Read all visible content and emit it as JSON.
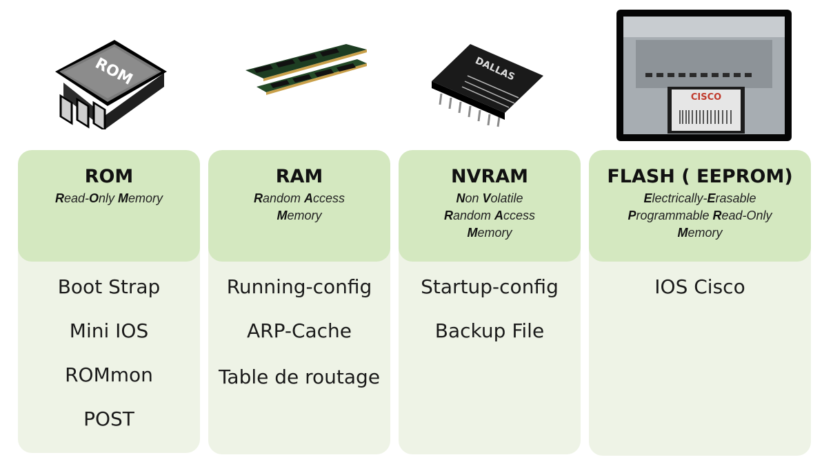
{
  "columns": [
    {
      "title": "ROM",
      "subtitle_lines": [
        [
          [
            "R",
            true
          ],
          [
            "ead-",
            false
          ],
          [
            "O",
            true
          ],
          [
            "nly ",
            false
          ],
          [
            "M",
            true
          ],
          [
            "emory",
            false
          ]
        ]
      ],
      "items": [
        "Boot Strap",
        "Mini IOS",
        "ROMmon",
        "POST"
      ],
      "image_label": "ROM"
    },
    {
      "title": "RAM",
      "subtitle_lines": [
        [
          [
            "R",
            true
          ],
          [
            "andom ",
            false
          ],
          [
            "A",
            true
          ],
          [
            "ccess",
            false
          ]
        ],
        [
          [
            "M",
            true
          ],
          [
            "emory",
            false
          ]
        ]
      ],
      "items": [
        "Running-config",
        "ARP-Cache",
        "Table de routage"
      ]
    },
    {
      "title": "NVRAM",
      "subtitle_lines": [
        [
          [
            "N",
            true
          ],
          [
            "on ",
            false
          ],
          [
            "V",
            true
          ],
          [
            "olatile",
            false
          ]
        ],
        [
          [
            "R",
            true
          ],
          [
            "andom ",
            false
          ],
          [
            "A",
            true
          ],
          [
            "ccess",
            false
          ]
        ],
        [
          [
            "M",
            true
          ],
          [
            "emory",
            false
          ]
        ]
      ],
      "items": [
        "Startup-config",
        "Backup File"
      ],
      "image_label": "DALLAS"
    },
    {
      "title": "FLASH ( EEPROM)",
      "subtitle_lines": [
        [
          [
            "E",
            true
          ],
          [
            "lectrically-",
            false
          ],
          [
            "E",
            true
          ],
          [
            "rasable",
            false
          ]
        ],
        [
          [
            "P",
            true
          ],
          [
            "rogrammable ",
            false
          ],
          [
            "R",
            true
          ],
          [
            "ead-Only",
            false
          ]
        ],
        [
          [
            "M",
            true
          ],
          [
            "emory",
            false
          ]
        ]
      ],
      "items": [
        "IOS Cisco"
      ],
      "image_label": "CISCO"
    }
  ]
}
